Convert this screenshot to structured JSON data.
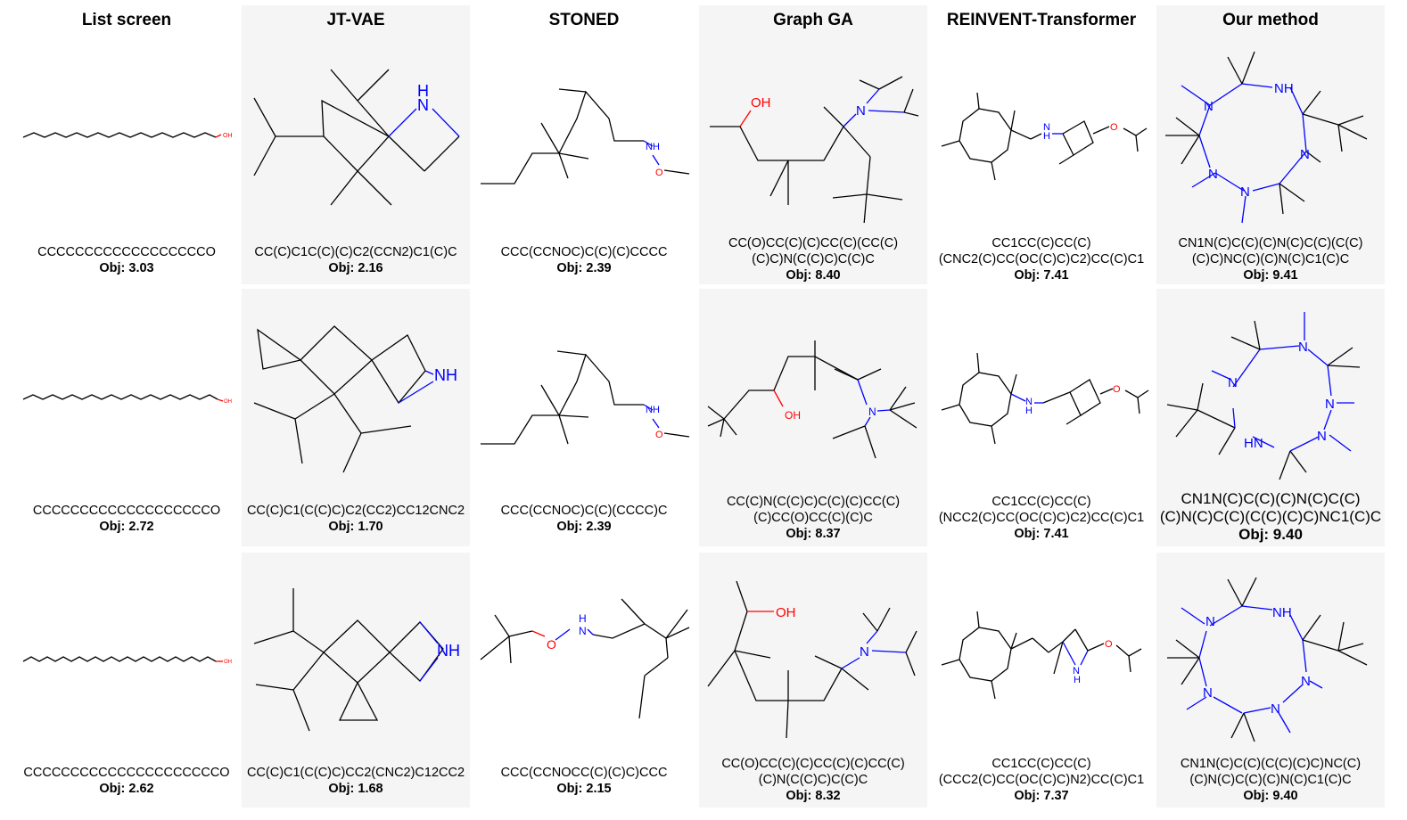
{
  "colors": {
    "bond": "#000000",
    "nitrogen": "#0000ff",
    "oxygen": "#ff0000",
    "panel": "#f5f5f5"
  },
  "columns": [
    {
      "title": "List screen",
      "shaded": false,
      "entries": [
        {
          "smiles": "CCCCCCCCCCCCCCCCCCO",
          "obj": "Obj: 3.03"
        },
        {
          "smiles": "CCCCCCCCCCCCCCCCCCCO",
          "obj": "Obj: 2.72"
        },
        {
          "smiles": "CCCCCCCCCCCCCCCCCCCCCO",
          "obj": "Obj: 2.62"
        }
      ]
    },
    {
      "title": "JT-VAE",
      "shaded": true,
      "entries": [
        {
          "smiles": "CC(C)C1C(C)(C)C2(CCN2)C1(C)C",
          "obj": "Obj: 2.16"
        },
        {
          "smiles": "CC(C)C1(C(C)C)C2(CC2)CC12CNC2",
          "obj": "Obj: 1.70"
        },
        {
          "smiles": "CC(C)C1(C(C)C)CC2(CNC2)C12CC2",
          "obj": "Obj: 1.68"
        }
      ]
    },
    {
      "title": "STONED",
      "shaded": false,
      "entries": [
        {
          "smiles": "CCC(CCNOC)C(C)(C)CCCC",
          "obj": "Obj: 2.39"
        },
        {
          "smiles": "CCC(CCNOC)C(C)(CCCC)C",
          "obj": "Obj: 2.39"
        },
        {
          "smiles": "CCC(CCNOCC(C)(C)C)CCC",
          "obj": "Obj: 2.15"
        }
      ]
    },
    {
      "title": "Graph GA",
      "shaded": true,
      "entries": [
        {
          "smiles": "CC(O)CC(C)(C)CC(C)(CC(C)\n(C)C)N(C(C)C)C(C)C",
          "obj": "Obj: 8.40"
        },
        {
          "smiles": "CC(C)N(C(C)C)C(C)(C)CC(C)\n(C)CC(O)CC(C)(C)C",
          "obj": "Obj: 8.37"
        },
        {
          "smiles": "CC(O)CC(C)(C)CC(C)(C)CC(C)\n(C)N(C(C)C)C(C)C",
          "obj": "Obj: 8.32"
        }
      ]
    },
    {
      "title": "REINVENT-Transformer",
      "shaded": false,
      "entries": [
        {
          "smiles": "CC1CC(C)CC(C)\n(CNC2(C)CC(OC(C)C)C2)CC(C)C1",
          "obj": "Obj: 7.41"
        },
        {
          "smiles": "CC1CC(C)CC(C)\n(NCC2(C)CC(OC(C)C)C2)CC(C)C1",
          "obj": "Obj: 7.41"
        },
        {
          "smiles": "CC1CC(C)CC(C)\n(CCC2(C)CC(OC(C)C)N2)CC(C)C1",
          "obj": "Obj: 7.37"
        }
      ]
    },
    {
      "title": "Our method",
      "shaded": true,
      "entries": [
        {
          "smiles": "CN1N(C)C(C)(C)N(C)C(C)(C(C)\n(C)C)NC(C)(C)N(C)C1(C)C",
          "obj": "Obj: 9.41"
        },
        {
          "smiles": "CN1N(C)C(C)(C)N(C)C(C)\n(C)N(C)C(C)(C(C)(C)C)NC1(C)C",
          "obj": "Obj: 9.40",
          "big": true
        },
        {
          "smiles": "CN1N(C)C(C)(C(C)(C)C)NC(C)\n(C)N(C)C(C)(C)N(C)C1(C)C",
          "obj": "Obj: 9.40"
        }
      ]
    }
  ]
}
